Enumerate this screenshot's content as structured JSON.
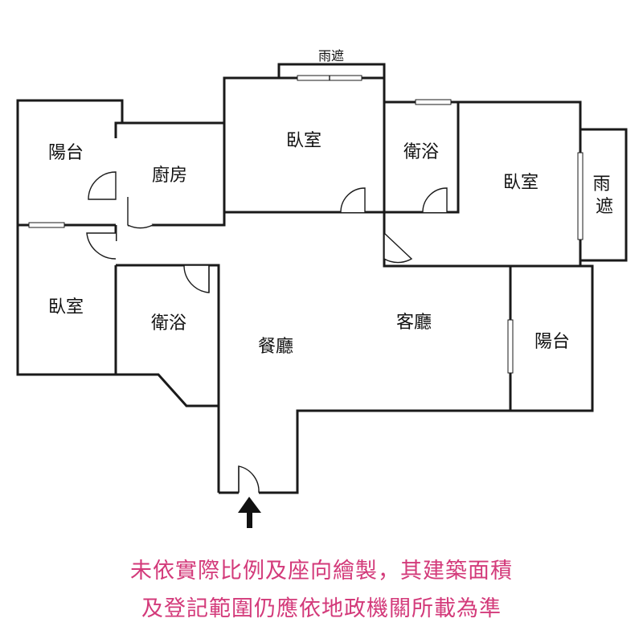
{
  "plan": {
    "rooms": [
      {
        "id": "canopy-top",
        "label": "雨遮"
      },
      {
        "id": "balcony-nw",
        "label": "陽台"
      },
      {
        "id": "kitchen",
        "label": "廚房"
      },
      {
        "id": "bedroom-center",
        "label": "臥室"
      },
      {
        "id": "bathroom-upper",
        "label": "衛浴"
      },
      {
        "id": "bedroom-east",
        "label": "臥室"
      },
      {
        "id": "canopy-east",
        "label": "雨遮"
      },
      {
        "id": "bedroom-west",
        "label": "臥室"
      },
      {
        "id": "bathroom-lower",
        "label": "衛浴"
      },
      {
        "id": "dining-room",
        "label": "餐廳"
      },
      {
        "id": "living-room",
        "label": "客廳"
      },
      {
        "id": "balcony-east",
        "label": "陽台"
      }
    ],
    "entrance_icon": "up-arrow-icon",
    "colors": {
      "wall": "#1a1a1a",
      "disclaimer": "#d33a7a"
    }
  },
  "disclaimer": {
    "line1": "未依實際比例及座向繪製，其建築面積",
    "line2": "及登記範圍仍應依地政機關所載為準"
  }
}
